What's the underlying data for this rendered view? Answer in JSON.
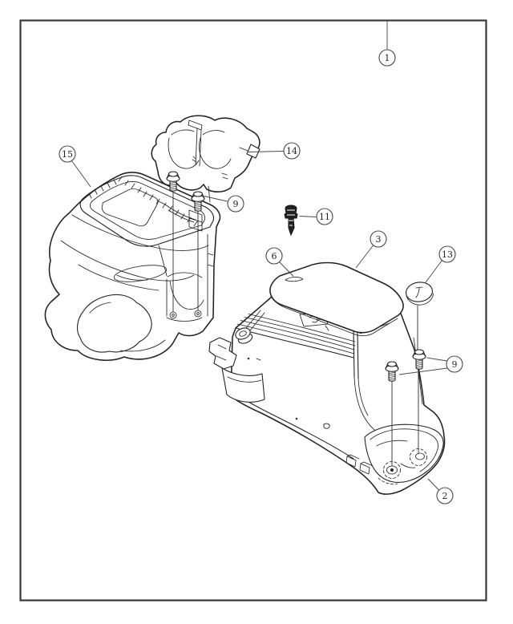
{
  "diagram": {
    "type": "exploded-parts-diagram",
    "subject": "floor console assembly line drawing",
    "background_color": "#ffffff",
    "ink_color": "#232323",
    "frame_color": "#3a3a3a",
    "callouts": [
      {
        "label": "1"
      },
      {
        "label": "15"
      },
      {
        "label": "14"
      },
      {
        "label": "9"
      },
      {
        "label": "11"
      },
      {
        "label": "3"
      },
      {
        "label": "6"
      },
      {
        "label": "13"
      },
      {
        "label": "9"
      },
      {
        "label": "2"
      }
    ],
    "drawn_parts": [
      "front-console-cover",
      "mount-bracket-with-cup-recesses",
      "hex-screw-upper-pair",
      "push-pin-clip",
      "rear-console-lid",
      "lid-front-notch",
      "round-access-cap",
      "rear-console-body-with-base",
      "hex-screw-rear-pair",
      "whole-assembly-frame"
    ]
  }
}
